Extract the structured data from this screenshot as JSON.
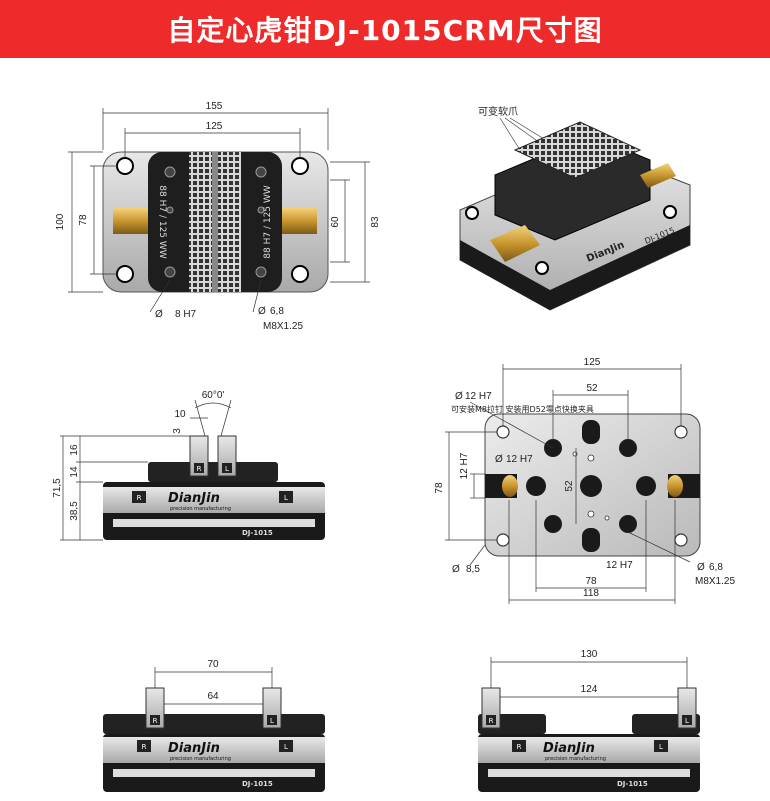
{
  "title": "自定心虎钳DJ-1015CRM尺寸图",
  "brand": {
    "name": "DianJin",
    "tagline": "precision manufacturing",
    "model": "DJ-1015"
  },
  "jaw_marks": {
    "right": "R",
    "left": "L"
  },
  "top_view": {
    "dims": {
      "overall_width": "155",
      "inner_width": "125",
      "overall_height": "100",
      "inner_height": "78",
      "height_60": "60",
      "height_83": "83"
    },
    "notes": {
      "pin_hole": "8  H7",
      "screw_hole": "6,8",
      "thread": "M8X1.25"
    },
    "jaw_text_left": "88 H7 / 125 WW",
    "jaw_text_right": "88 H7 / 125 WW"
  },
  "iso_view": {
    "label": "可变软爪"
  },
  "front_view": {
    "dims": {
      "angle": "60°0'",
      "gap": "10",
      "small": "3",
      "d16": "16",
      "d14": "14",
      "d715": "71,5",
      "d385": "38,5"
    }
  },
  "bottom_view": {
    "dims": {
      "width_125": "125",
      "width_52": "52",
      "height_78": "78",
      "h7_12": "12 H7",
      "v52": "52",
      "bottom_78": "78",
      "bottom_118": "118"
    },
    "notes": {
      "hole_12h7": "12  H7",
      "mount_note": "可安装M8拉钉 安装用D52零点快换夹具",
      "inner_12h7": "12 H7",
      "bottom_12h7": "12 H7",
      "d85": "8,5",
      "d68": "6,8",
      "thread": "M8X1.25"
    }
  },
  "open_view_1": {
    "dims": {
      "outer": "70",
      "inner": "64"
    }
  },
  "open_view_2": {
    "dims": {
      "outer": "130",
      "inner": "124"
    }
  },
  "colors": {
    "header": "#ee2a2a",
    "body_dark": "#1c1c1c",
    "body_light": "#c8c8c8",
    "brass": "#c9962e"
  }
}
